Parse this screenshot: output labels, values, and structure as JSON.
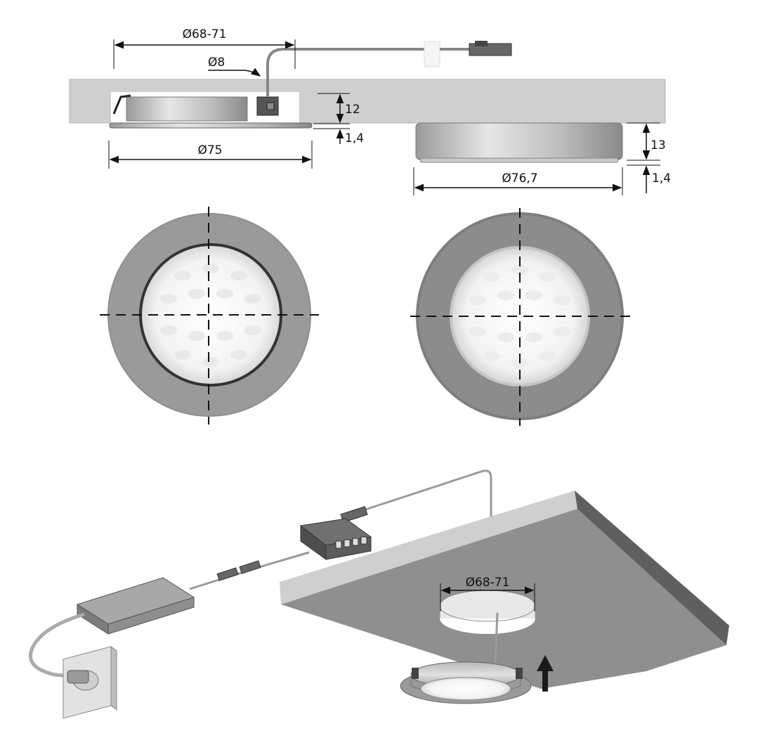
{
  "labels": {
    "recessed_cutout_diameter": "Ø68-71",
    "cable_diameter": "Ø8",
    "recessed_height": "12",
    "recessed_flange": "1,4",
    "recessed_outer_diameter": "Ø75",
    "surface_height": "13",
    "surface_flange": "1,4",
    "surface_outer_diameter": "Ø76,7",
    "install_cutout_diameter": "Ø68-71"
  },
  "colors": {
    "board_top": "#cfcfcf",
    "board_side": "#9a9a9a",
    "metal_light": "#d8d8d8",
    "metal_dark": "#8e8e8e",
    "line": "#111111",
    "arrow": "#1a1a1a"
  }
}
